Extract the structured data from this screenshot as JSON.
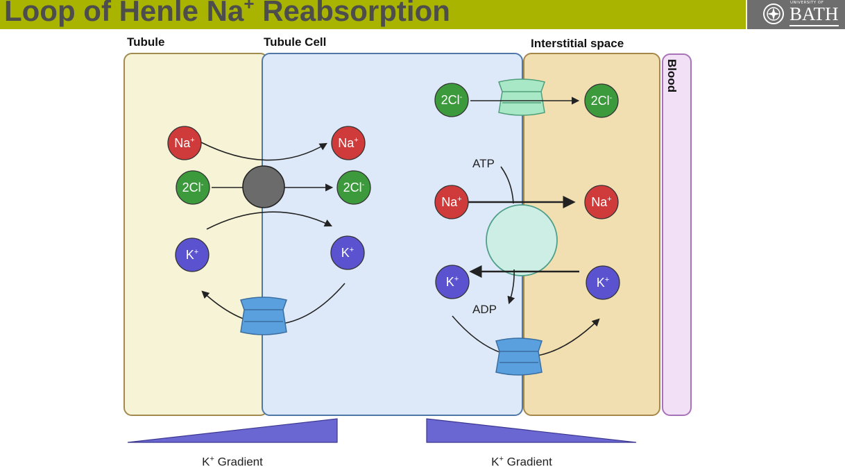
{
  "header": {
    "title_main": "Loop of Henle Na",
    "title_sup": "+",
    "title_end": " Reabsorption",
    "logo_small": "UNIVERSITY OF",
    "logo_text": "BATH"
  },
  "regions": {
    "tubule": "Tubule",
    "tubule_cell": "Tubule Cell",
    "interstitial": "Interstitial space",
    "blood": "Blood"
  },
  "labels": {
    "atp": "ATP",
    "adp": "ADP"
  },
  "gradients": [
    {
      "base": "K",
      "sup": "+",
      "text": " Gradient"
    },
    {
      "base": "K",
      "sup": "+",
      "text": " Gradient"
    }
  ],
  "ions": [
    {
      "id": "tubule-na",
      "base": "Na",
      "sup": "+",
      "color": "#cf3a3a"
    },
    {
      "id": "tubule-cl",
      "base": "2Cl",
      "sup": "-",
      "color": "#3c9a3c"
    },
    {
      "id": "tubule-k",
      "base": "K",
      "sup": "+",
      "color": "#5b52cf"
    },
    {
      "id": "cell-na-left",
      "base": "Na",
      "sup": "+",
      "color": "#cf3a3a"
    },
    {
      "id": "cell-cl-left",
      "base": "2Cl",
      "sup": "-",
      "color": "#3c9a3c"
    },
    {
      "id": "cell-k-left",
      "base": "K",
      "sup": "+",
      "color": "#5b52cf"
    },
    {
      "id": "cell-cl-right",
      "base": "2Cl",
      "sup": "-",
      "color": "#3c9a3c"
    },
    {
      "id": "cell-na-right",
      "base": "Na",
      "sup": "+",
      "color": "#cf3a3a"
    },
    {
      "id": "cell-k-right",
      "base": "K",
      "sup": "+",
      "color": "#5b52cf"
    },
    {
      "id": "interstitial-cl",
      "base": "2Cl",
      "sup": "-",
      "color": "#3c9a3c"
    },
    {
      "id": "interstitial-na",
      "base": "Na",
      "sup": "+",
      "color": "#cf3a3a"
    },
    {
      "id": "interstitial-k",
      "base": "K",
      "sup": "+",
      "color": "#5b52cf"
    }
  ],
  "colors": {
    "cotransporter": "#6b6b6b",
    "pump": "#cdeee4",
    "channel_blue": "#5a9fde",
    "channel_green": "#a9e8c6",
    "gradient_fill": "#6a66d2"
  }
}
